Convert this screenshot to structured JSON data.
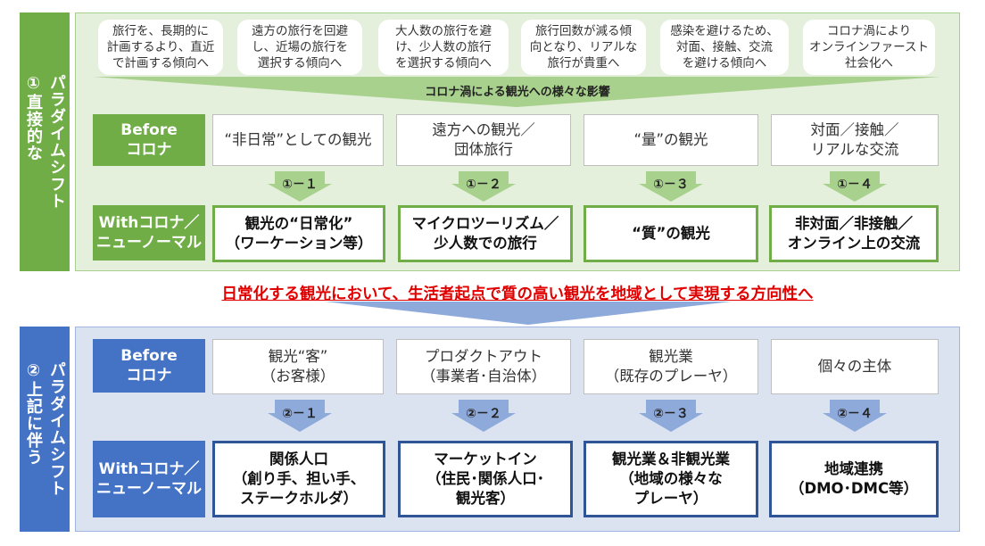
{
  "section1": {
    "side_label": "パラダイムシフト\n①直接的な",
    "impacts": [
      "旅行を、長期的に\n計画するより、直近\nで計画する傾向へ",
      "遠方の旅行を回避\nし、近場の旅行を\n選択する傾向へ",
      "大人数の旅行を避\nけ、少人数の旅行\nを選択する傾向へ",
      "旅行回数が減る傾\n向となり、リアルな\n旅行が貴重へ",
      "感染を避けるため、\n対面、接触、交流\nを避ける傾向へ",
      "コロナ渦により\nオンラインファースト\n社会化へ"
    ],
    "banner": "コロナ渦による観光への様々な影響",
    "before_label": "Before\nコロナ",
    "with_label": "Withコロナ／\nニューノーマル",
    "befores": [
      "“非日常”としての観光",
      "遠方への観光／\n団体旅行",
      "“量”の観光",
      "対面／接触／\nリアルな交流"
    ],
    "nums": [
      "①－１",
      "①－２",
      "①－３",
      "①－４"
    ],
    "afters": [
      "観光の“日常化”\n（ワーケーション等）",
      "マイクロツーリズム／\n少人数での旅行",
      "“質”の観光",
      "非対面／非接触／\nオンライン上の交流"
    ]
  },
  "conclusion": "日常化する観光において、生活者起点で質の高い観光を地域として実現する方向性へ",
  "section2": {
    "side_label": "パラダイムシフト\n②上記に伴う",
    "before_label": "Before\nコロナ",
    "with_label": "Withコロナ／\nニューノーマル",
    "befores": [
      "観光“客”\n（お客様）",
      "プロダクトアウト\n（事業者･自治体）",
      "観光業\n（既存のプレーヤ）",
      "個々の主体"
    ],
    "nums": [
      "②－１",
      "②－２",
      "②－３",
      "②－４"
    ],
    "afters": [
      "関係人口\n（創り手、担い手、\nステークホルダ）",
      "マーケットイン\n（住民･関係人口･\n観光客）",
      "観光業＆非観光業\n（地域の様々な\nプレーヤ）",
      "地域連携\n（DMO･DMC等）"
    ]
  },
  "colors": {
    "green": "#70ad47",
    "blue": "#4472c4",
    "red": "#e10000"
  }
}
